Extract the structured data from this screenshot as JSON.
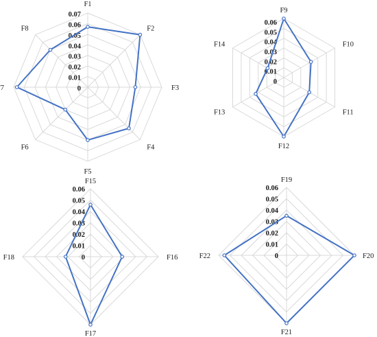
{
  "chart_data": [
    {
      "type": "radar",
      "categories": [
        "F1",
        "F2",
        "F3",
        "F4",
        "F5",
        "F6",
        "F7",
        "F8"
      ],
      "values": [
        0.057,
        0.07,
        0.045,
        0.055,
        0.05,
        0.03,
        0.067,
        0.05
      ],
      "ylim": [
        0,
        0.07
      ],
      "ticks": [
        "0",
        "0.01",
        "0.02",
        "0.03",
        "0.04",
        "0.05",
        "0.06",
        "0.07"
      ],
      "grid": true,
      "color": "#4472c4"
    },
    {
      "type": "radar",
      "categories": [
        "F9",
        "F10",
        "F11",
        "F12",
        "F13",
        "F14"
      ],
      "values": [
        0.06,
        0.032,
        0.03,
        0.06,
        0.033,
        0.019
      ],
      "ylim": [
        0,
        0.06
      ],
      "ticks": [
        "0",
        "0.01",
        "0.02",
        "0.03",
        "0.04",
        "0.05",
        "0.06"
      ],
      "grid": true,
      "color": "#4472c4"
    },
    {
      "type": "radar",
      "categories": [
        "F15",
        "F16",
        "F17",
        "F18"
      ],
      "values": [
        0.046,
        0.028,
        0.06,
        0.022
      ],
      "ylim": [
        0,
        0.06
      ],
      "ticks": [
        "0",
        "0.01",
        "0.02",
        "0.03",
        "0.04",
        "0.05",
        "0.06"
      ],
      "grid": true,
      "color": "#4472c4"
    },
    {
      "type": "radar",
      "categories": [
        "F19",
        "F20",
        "F21",
        "F22"
      ],
      "values": [
        0.035,
        0.06,
        0.06,
        0.055
      ],
      "ylim": [
        0,
        0.06
      ],
      "ticks": [
        "0",
        "0.01",
        "0.02",
        "0.03",
        "0.04",
        "0.05",
        "0.06"
      ],
      "grid": true,
      "color": "#4472c4"
    }
  ]
}
